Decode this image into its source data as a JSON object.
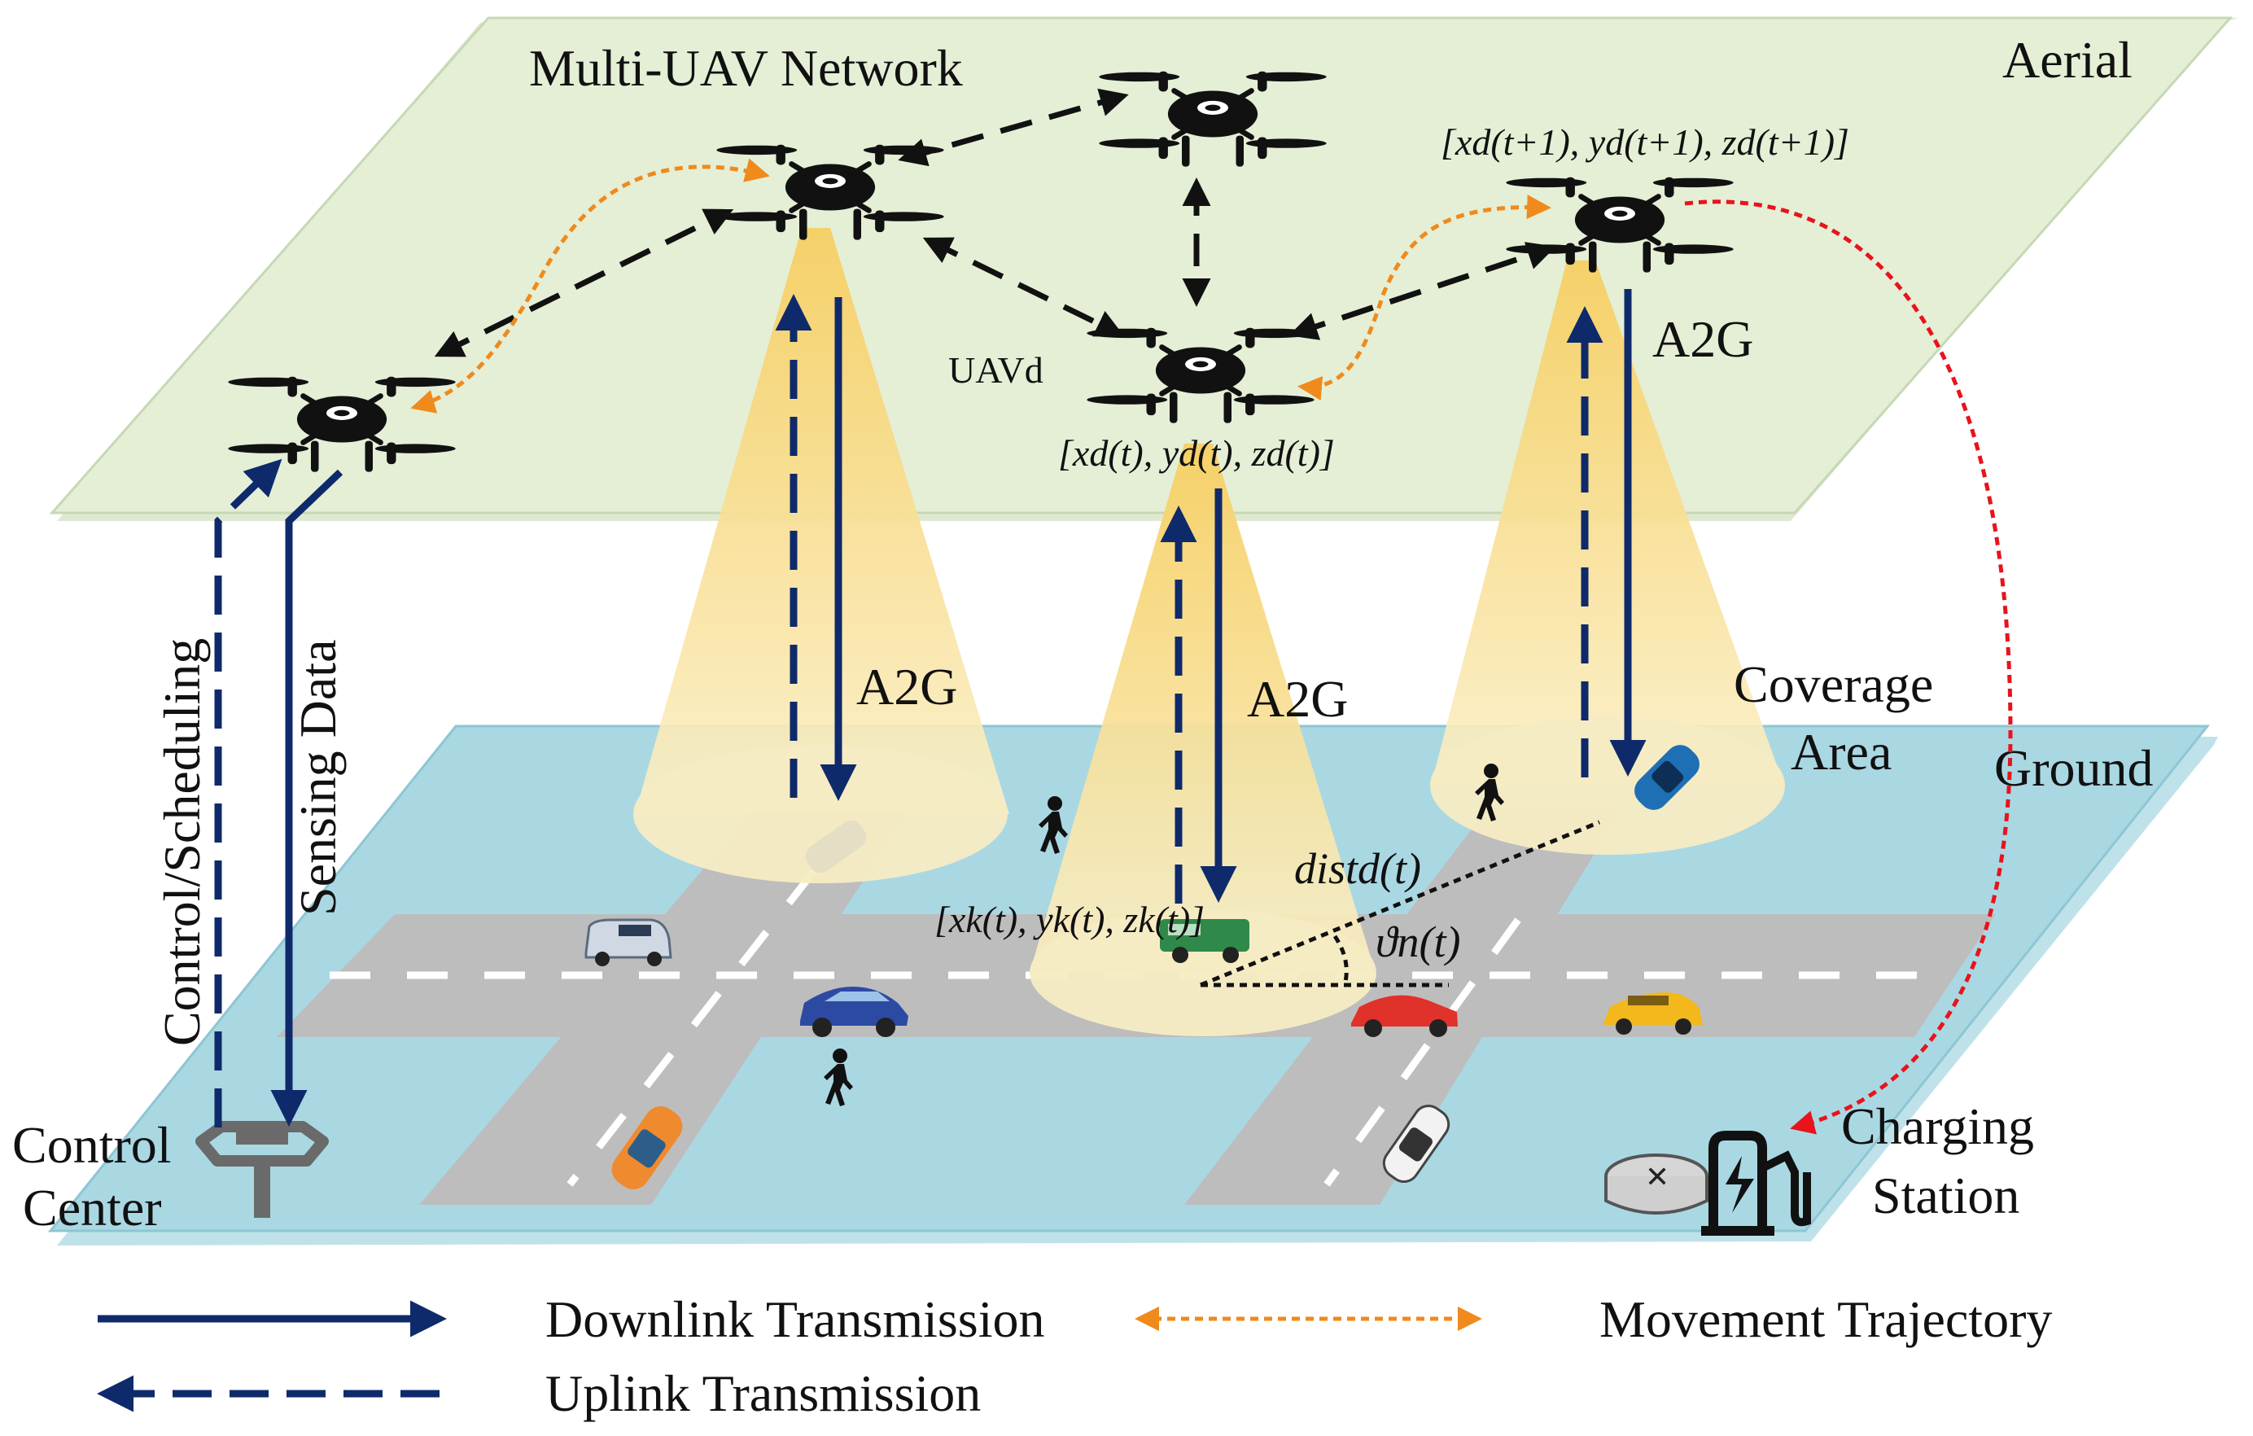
{
  "layers": {
    "aerial_label": "Aerial",
    "ground_label": "Ground",
    "network_label": "Multi-UAV Network"
  },
  "labels": {
    "a2g_1": "A2G",
    "a2g_2": "A2G",
    "a2g_3": "A2G",
    "uav_d": "UAVd",
    "uav_d_pos": "[xd(t), yd(t), zd(t)]",
    "uav_next_pos": "[xd(t+1), yd(t+1), zd(t+1)]",
    "vehicle_pos": "[xk(t), yk(t), zk(t)]",
    "dist": "distd(t)",
    "angle": "ϑn(t)",
    "coverage_line1": "Coverage",
    "coverage_line2": "Area",
    "control_scheduling": "Control/Scheduling",
    "sensing_data": "Sensing Data",
    "control_center_line1": "Control",
    "control_center_line2": "Center",
    "charging_line1": "Charging",
    "charging_line2": "Station"
  },
  "legend": {
    "downlink": "Downlink Transmission",
    "uplink": "Uplink Transmission",
    "movement": "Movement Trajectory"
  },
  "colors": {
    "aerial_plane": "#e4efd6",
    "ground_plane": "#a9d8e3",
    "road": "#bdbdbd",
    "link_navy": "#0f2a6b",
    "trajectory_orange": "#f08a1c",
    "charging_red": "#e8131b",
    "beam_yellow": "#fbe6a2"
  },
  "icons": [
    "drone-icon",
    "pedestrian-icon",
    "car-icon",
    "van-icon",
    "taxi-icon",
    "control-center-icon",
    "charging-station-icon"
  ]
}
